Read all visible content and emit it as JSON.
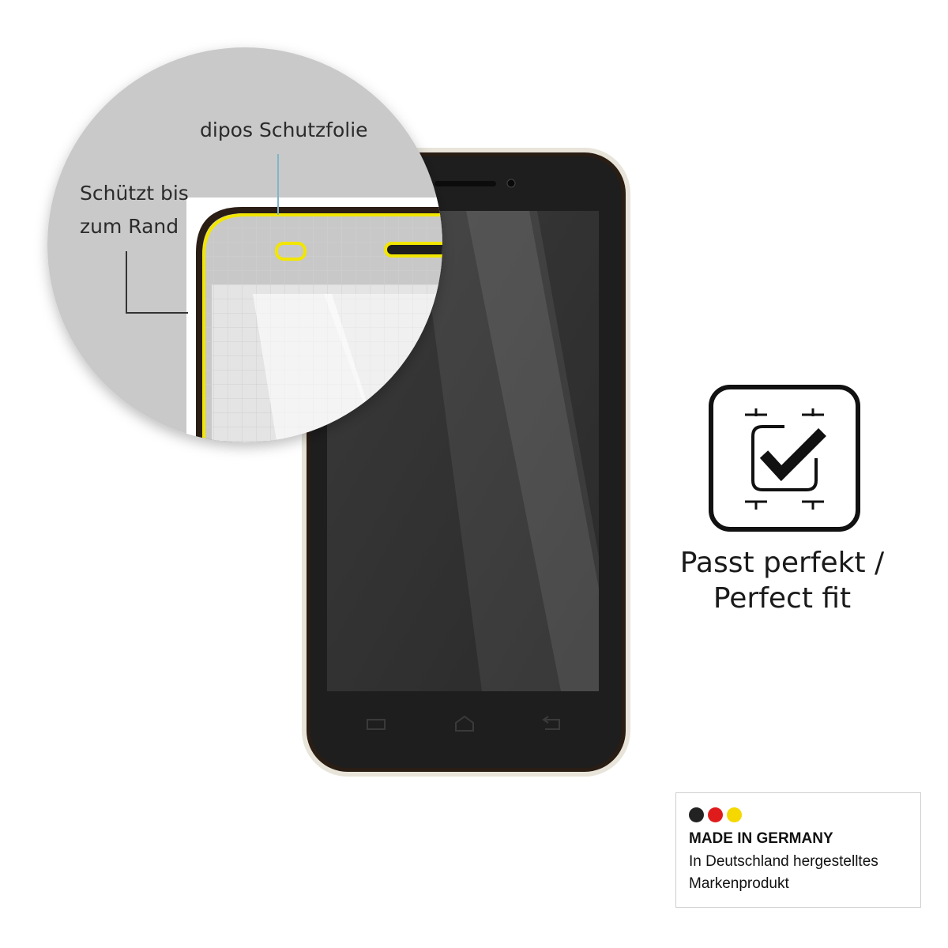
{
  "callouts": {
    "film_label": "dipos Schutzfolie",
    "edge_label": "Schützt bis zum Rand"
  },
  "fit": {
    "line1": "Passt perfekt /",
    "line2": "Perfect fit",
    "icon": "checkmark-frame-icon"
  },
  "badge": {
    "title": "MADE IN GERMANY",
    "line1": "In Deutschland hergestelltes",
    "line2": "Markenprodukt",
    "flag_colors": [
      "#222222",
      "#e01b1b",
      "#f5d800"
    ]
  },
  "colors": {
    "highlight": "#f2e600",
    "magnifier_bg": "#c9c9c9",
    "phone_body": "#1c1c1c"
  }
}
